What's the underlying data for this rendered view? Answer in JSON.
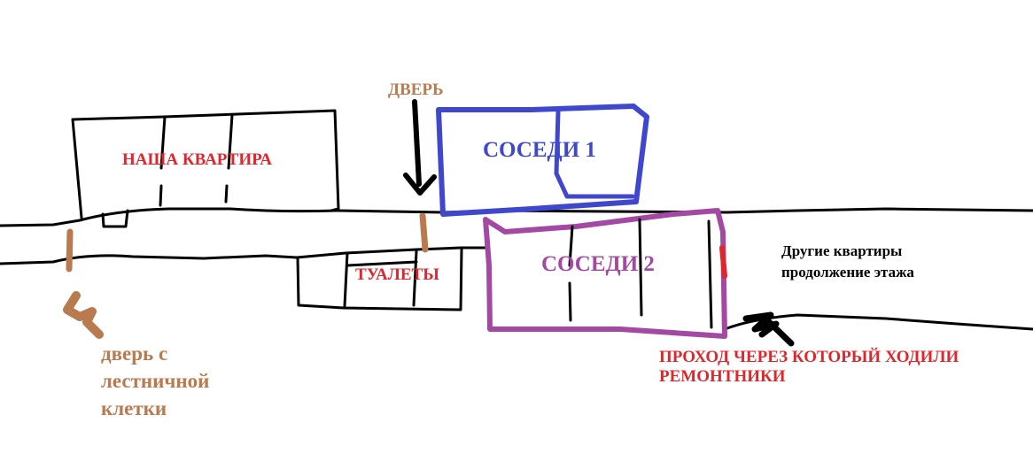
{
  "labels": {
    "our_apartment": "НАША КВАРТИРА",
    "door": "ДВЕРЬ",
    "neighbors_1": "СОСЕДИ 1",
    "neighbors_2": "СОСЕДИ 2",
    "toilets": "ТУАЛЕТЫ",
    "other_apartments_line1": "Другие квартиры",
    "other_apartments_line2": "продолжение этажа",
    "stairwell_door_line1": "дверь с",
    "stairwell_door_line2": "лестничной",
    "stairwell_door_line3": "клетки",
    "passage_line1": "ПРОХОД ЧЕРЕЗ КОТОРЫЙ ХОДИЛИ",
    "passage_line2": "РЕМОНТНИКИ"
  },
  "colors": {
    "black_outline": "#000000",
    "our_apartment_text": "#e0262b",
    "door_brown": "#b97a4f",
    "neighbors_1_blue": "#3f48cc",
    "neighbors_2_purple": "#a349a4",
    "passage_red": "#e0262b",
    "background": "#ffffff"
  }
}
